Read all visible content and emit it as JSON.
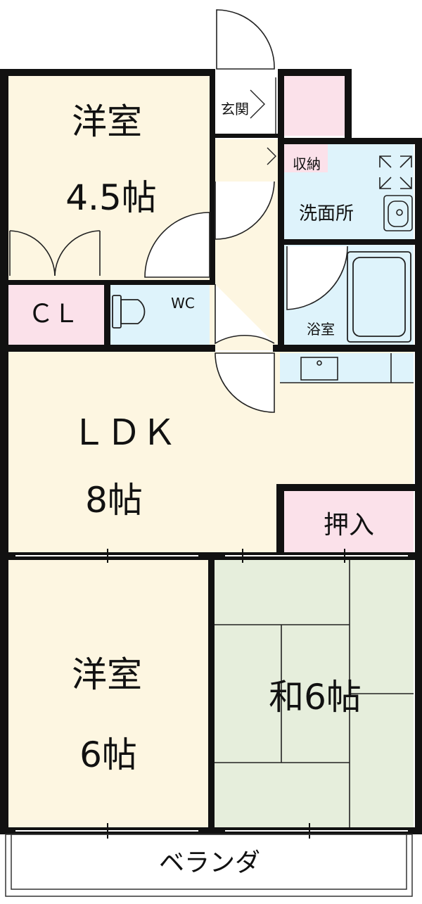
{
  "rooms": {
    "western_room_north": {
      "name": "洋室",
      "size": "4.5帖"
    },
    "closet": {
      "name": "ＣＬ"
    },
    "toilet": {
      "name": "WC"
    },
    "entrance": {
      "name": "玄関"
    },
    "storage": {
      "name": "収納"
    },
    "washroom": {
      "name": "洗面所"
    },
    "bathroom": {
      "name": "浴室"
    },
    "ldk": {
      "name": "ＬＤＫ",
      "size": "8帖"
    },
    "oshiire": {
      "name": "押入"
    },
    "western_room_south": {
      "name": "洋室",
      "size": "6帖"
    },
    "japanese_room": {
      "name": "和6帖"
    },
    "balcony": {
      "name": "ベランダ"
    }
  },
  "colors": {
    "wall": "#111111",
    "western_floor": "#fdf6e1",
    "wet_area": "#def3fb",
    "storage": "#fbe1ea",
    "tatami": "#e6eedc"
  }
}
